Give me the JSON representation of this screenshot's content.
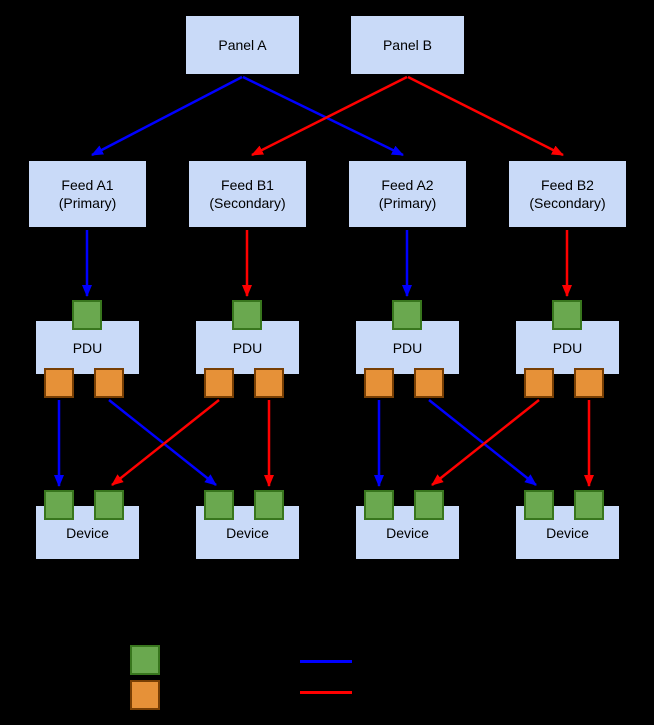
{
  "diagram": {
    "panels": [
      {
        "label": "Panel A"
      },
      {
        "label": "Panel B"
      }
    ],
    "feeds": [
      {
        "name": "Feed A1",
        "role": "(Primary)"
      },
      {
        "name": "Feed B1",
        "role": "(Secondary)"
      },
      {
        "name": "Feed A2",
        "role": "(Primary)"
      },
      {
        "name": "Feed B2",
        "role": "(Secondary)"
      }
    ],
    "pdus": [
      {
        "label": "PDU"
      },
      {
        "label": "PDU"
      },
      {
        "label": "PDU"
      },
      {
        "label": "PDU"
      }
    ],
    "devices": [
      {
        "label": "Device"
      },
      {
        "label": "Device"
      },
      {
        "label": "Device"
      },
      {
        "label": "Device"
      }
    ],
    "colors": {
      "background": "#000000",
      "box_fill": "#c9daf8",
      "box_border": "#000000",
      "input_port_fill": "#6aa84f",
      "input_port_border": "#38761d",
      "output_port_fill": "#e69138",
      "output_port_border": "#783f04",
      "primary_path_arrow": "#0000ff",
      "secondary_path_arrow": "#ff0000"
    },
    "legend": {
      "input_port_swatch_color": "#6aa84f",
      "output_port_swatch_color": "#e69138",
      "primary_line_color": "#0000ff",
      "secondary_line_color": "#ff0000"
    }
  }
}
